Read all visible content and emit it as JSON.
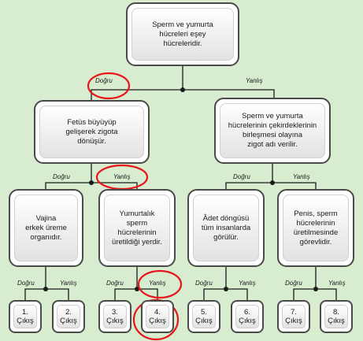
{
  "root": {
    "text": "Sperm ve yumurta\nhücreleri eşey\nhücreleridir."
  },
  "level1": [
    {
      "text": "Fetüs büyüyüp\ngelişerek zigota\ndönüşür."
    },
    {
      "text": "Sperm ve yumurta\nhücrelerinin çekirdeklerinin\nbirleşmesi olayına\nzigot adı verilir."
    }
  ],
  "level2": [
    {
      "text": "Vajina\nerkek üreme\norganıdır."
    },
    {
      "text": "Yumurtalık\nsperm\nhücrelerinin\nüretildiği yerdir."
    },
    {
      "text": "Âdet döngüsü\ntüm insanlarda\ngörülür."
    },
    {
      "text": "Penis, sperm\nhücrelerinin\nüretilmesinde\ngörevlidir."
    }
  ],
  "exits": [
    {
      "text": "1.\nÇıkış"
    },
    {
      "text": "2.\nÇıkış"
    },
    {
      "text": "3.\nÇıkış"
    },
    {
      "text": "4.\nÇıkış"
    },
    {
      "text": "5.\nÇıkış"
    },
    {
      "text": "6.\nÇıkış"
    },
    {
      "text": "7.\nÇıkış"
    },
    {
      "text": "8.\nÇıkış"
    }
  ],
  "labels": {
    "yes": "Doğru",
    "no": "Yanlış"
  },
  "annotation_color": "#e8151b",
  "line_color": "#1a1a1a"
}
